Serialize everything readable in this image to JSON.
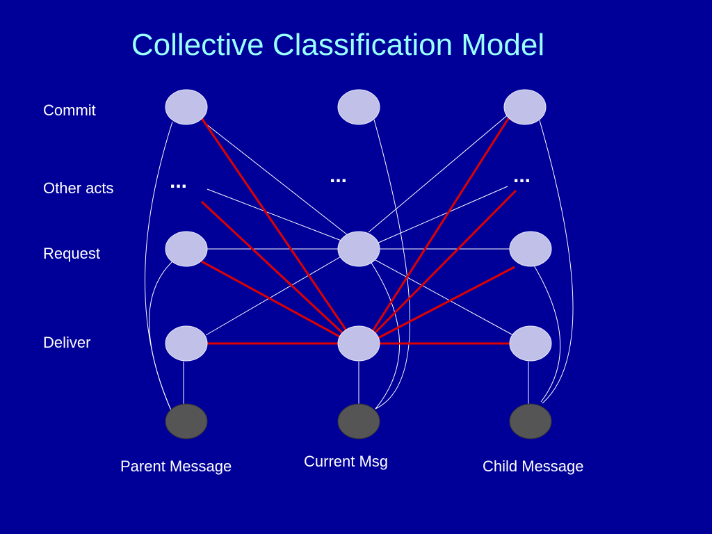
{
  "title": "Collective Classification Model",
  "rows": {
    "commit": "Commit",
    "other_acts": "Other acts",
    "request": "Request",
    "deliver": "Deliver"
  },
  "columns": {
    "parent": "Parent Message",
    "current": "Current Msg",
    "child": "Child Message"
  },
  "ellipsis": "...",
  "colors": {
    "background": "#000099",
    "title": "#99ffff",
    "act_node": "#c0c0e8",
    "message_node": "#555555",
    "edge": "#ffffff",
    "highlight_edge": "#e00000"
  }
}
